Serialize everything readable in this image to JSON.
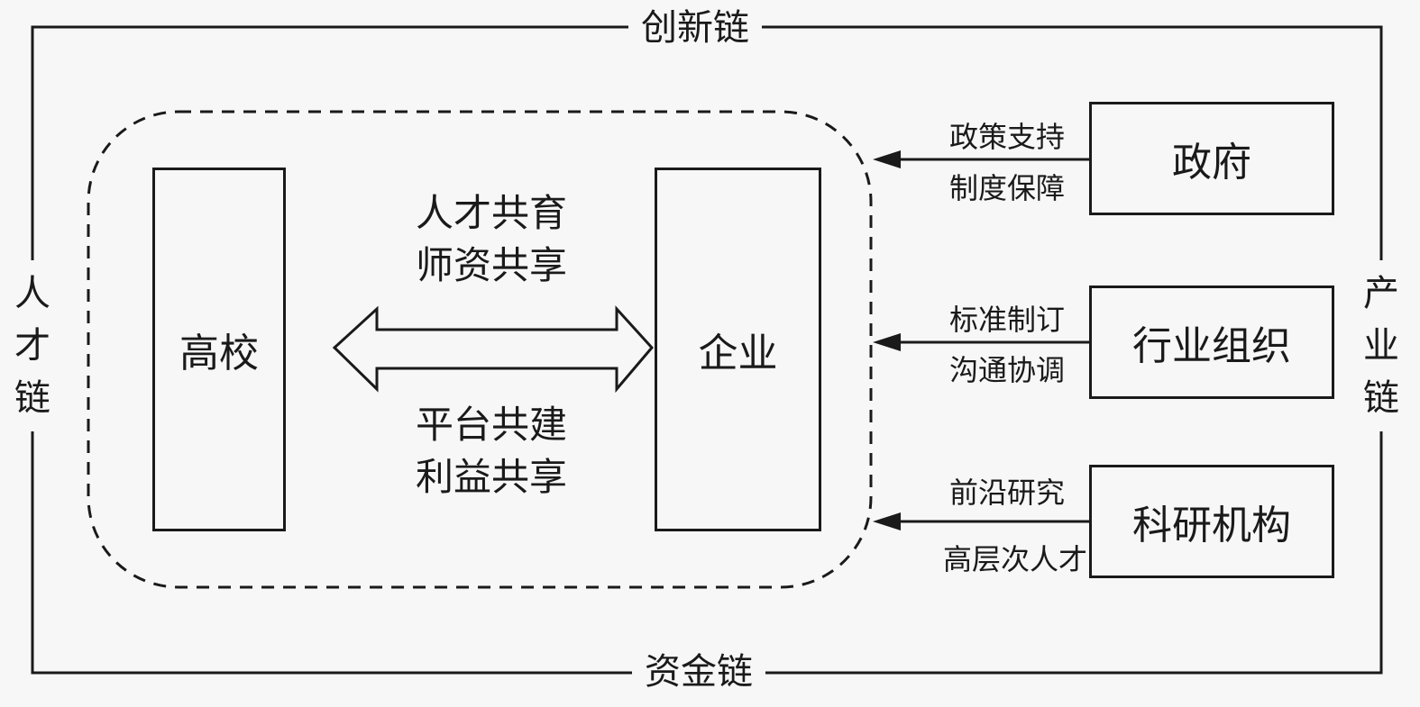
{
  "chains": {
    "top": "创新链",
    "bottom": "资金链",
    "left": "人才链",
    "right": "产业链"
  },
  "core": {
    "left_box": "高校",
    "right_box": "企业",
    "upper_text": [
      "人才共育",
      "师资共享"
    ],
    "lower_text": [
      "平台共建",
      "利益共享"
    ]
  },
  "actors": [
    {
      "name": "政府",
      "labels": [
        "政策支持",
        "制度保障"
      ]
    },
    {
      "name": "行业组织",
      "labels": [
        "标准制订",
        "沟通协调"
      ]
    },
    {
      "name": "科研机构",
      "labels": [
        "前沿研究",
        "高层次人才"
      ]
    }
  ],
  "colors": {
    "line": "#1a1a1a",
    "background": "#f7f7f7"
  }
}
